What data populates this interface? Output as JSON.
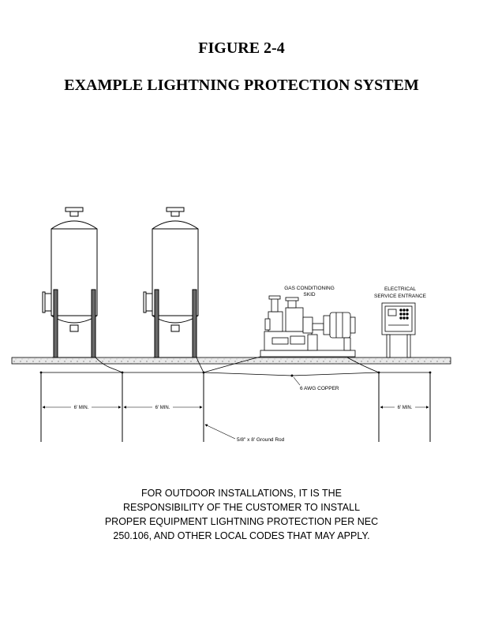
{
  "figure": {
    "title": "FIGURE 2-4",
    "subtitle": "EXAMPLE LIGHTNING PROTECTION SYSTEM"
  },
  "labels": {
    "gas_skid_line1": "GAS CONDITIONING",
    "gas_skid_line2": "SKID",
    "electrical_line1": "ELECTRICAL",
    "electrical_line2": "SERVICE ENTRANCE",
    "copper": "6 AWG COPPER",
    "ground_rod": "5/8\" x 8' Ground Rod",
    "dim_1": "6' MIN.",
    "dim_2": "6' MIN.",
    "dim_3": "6' MIN."
  },
  "note": {
    "line1": "FOR OUTDOOR INSTALLATIONS, IT IS THE",
    "line2": "RESPONSIBILITY OF THE CUSTOMER TO INSTALL",
    "line3": "PROPER EQUIPMENT LIGHTNING PROTECTION PER NEC",
    "line4": "250.106, AND OTHER LOCAL CODES THAT MAY APPLY."
  }
}
